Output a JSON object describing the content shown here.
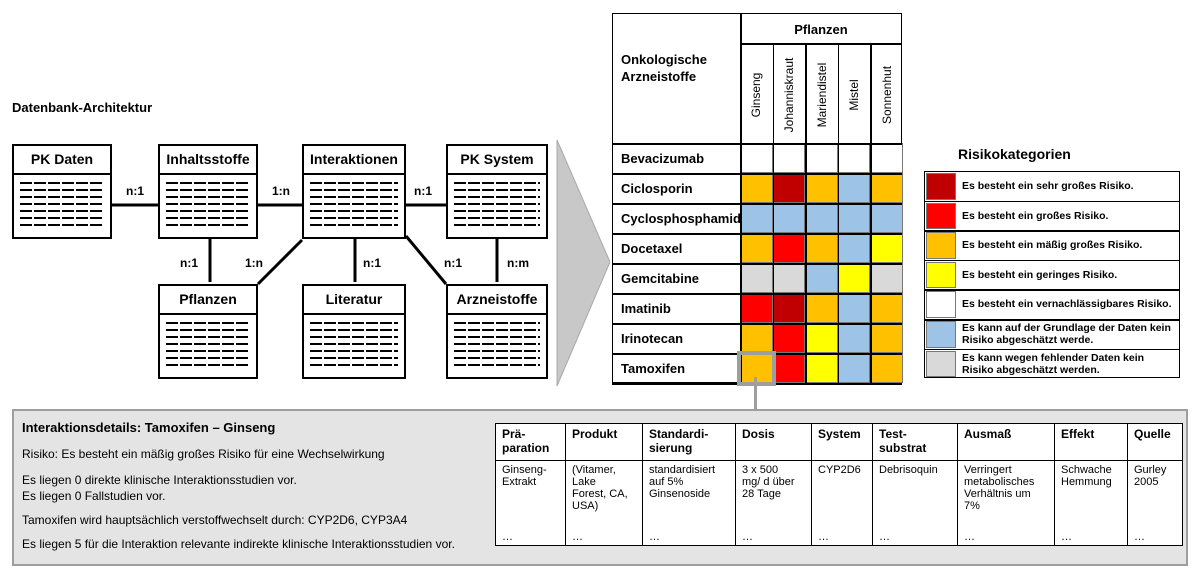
{
  "architecture": {
    "title": "Datenbank-Architektur",
    "boxes": {
      "pk_daten": "PK Daten",
      "inhaltsstoffe": "Inhaltsstoffe",
      "interaktionen": "Interaktionen",
      "pk_system": "PK System",
      "pflanzen": "Pflanzen",
      "literatur": "Literatur",
      "arzneistoffe": "Arzneistoffe"
    },
    "relations": {
      "pk_inh": "n:1",
      "inh_int": "1:n",
      "int_pks": "n:1",
      "inh_pfl": "n:1",
      "int_pfl": "1:n",
      "int_lit": "n:1",
      "int_arz": "n:1",
      "pks_arz": "n:m"
    }
  },
  "matrix": {
    "header_plants": "Pflanzen",
    "header_drugs": "Onkologische Arzneistoffe",
    "plants": [
      "Ginseng",
      "Johanniskraut",
      "Mariendistel",
      "Mistel",
      "Sonnenhut"
    ],
    "drugs": [
      "Bevacizumab",
      "Ciclosporin",
      "Cyclosphosphamid",
      "Docetaxel",
      "Gemcitabine",
      "Imatinib",
      "Irinotecan",
      "Tamoxifen"
    ],
    "risk": [
      [
        "none",
        "none",
        "none",
        "none",
        "none"
      ],
      [
        "moderate",
        "very_high",
        "moderate",
        "unknown_data",
        "moderate"
      ],
      [
        "unknown_data",
        "unknown_data",
        "unknown_data",
        "unknown_data",
        "unknown_data"
      ],
      [
        "moderate",
        "high",
        "moderate",
        "unknown_data",
        "low"
      ],
      [
        "missing",
        "missing",
        "unknown_data",
        "low",
        "missing"
      ],
      [
        "high",
        "very_high",
        "moderate",
        "unknown_data",
        "moderate"
      ],
      [
        "moderate",
        "high",
        "low",
        "unknown_data",
        "moderate"
      ],
      [
        "moderate",
        "high",
        "low",
        "unknown_data",
        "moderate"
      ]
    ],
    "selected": {
      "row": 7,
      "col": 0
    }
  },
  "legend": {
    "title": "Risikokategorien",
    "items": [
      {
        "key": "very_high",
        "color": "#c00000",
        "text": "Es besteht ein sehr großes Risiko."
      },
      {
        "key": "high",
        "color": "#ff0000",
        "text": "Es besteht ein großes Risiko."
      },
      {
        "key": "moderate",
        "color": "#ffc000",
        "text": "Es besteht ein mäßig großes Risiko."
      },
      {
        "key": "low",
        "color": "#ffff00",
        "text": "Es besteht ein geringes Risiko."
      },
      {
        "key": "none",
        "color": "#ffffff",
        "text": "Es besteht ein vernachlässigbares Risiko."
      },
      {
        "key": "unknown_data",
        "color": "#9dc3e6",
        "text": "Es kann auf der Grundlage der Daten kein Risiko abgeschätzt werde."
      },
      {
        "key": "missing",
        "color": "#d9d9d9",
        "text": "Es kann wegen fehlender Daten kein Risiko abgeschätzt werden."
      }
    ]
  },
  "details": {
    "title": "Interaktionsdetails: Tamoxifen – Ginseng",
    "risk_line": "Risiko: Es besteht ein mäßig großes Risiko für eine Wechselwirkung",
    "line1": "Es liegen 0 direkte klinische Interaktionsstudien vor.",
    "line2": "Es liegen 0 Fallstudien vor.",
    "line3": "Tamoxifen wird hauptsächlich verstoffwechselt durch: CYP2D6, CYP3A4",
    "line4": "Es liegen 5 für die Interaktion relevante indirekte klinische Interaktionsstudien vor.",
    "table": {
      "headers": [
        "Prä-\nparation",
        "Produkt",
        "Standardi-\nsierung",
        "Dosis",
        "System",
        "Test-\nsubstrat",
        "Ausmaß",
        "Effekt",
        "Quelle"
      ],
      "row": [
        "Ginseng-\nExtrakt",
        "(Vitamer,\nLake\nForest, CA,\nUSA)",
        "standardisiert\nauf 5%\nGinsenoside",
        "3 x 500\nmg/ d über\n28 Tage",
        "CYP2D6",
        "Debrisoquin",
        "Verringert\nmetabolisches\nVerhältnis um\n7%",
        "Schwache\nHemmung",
        "Gurley\n2005"
      ],
      "ellipsis": "…"
    }
  }
}
